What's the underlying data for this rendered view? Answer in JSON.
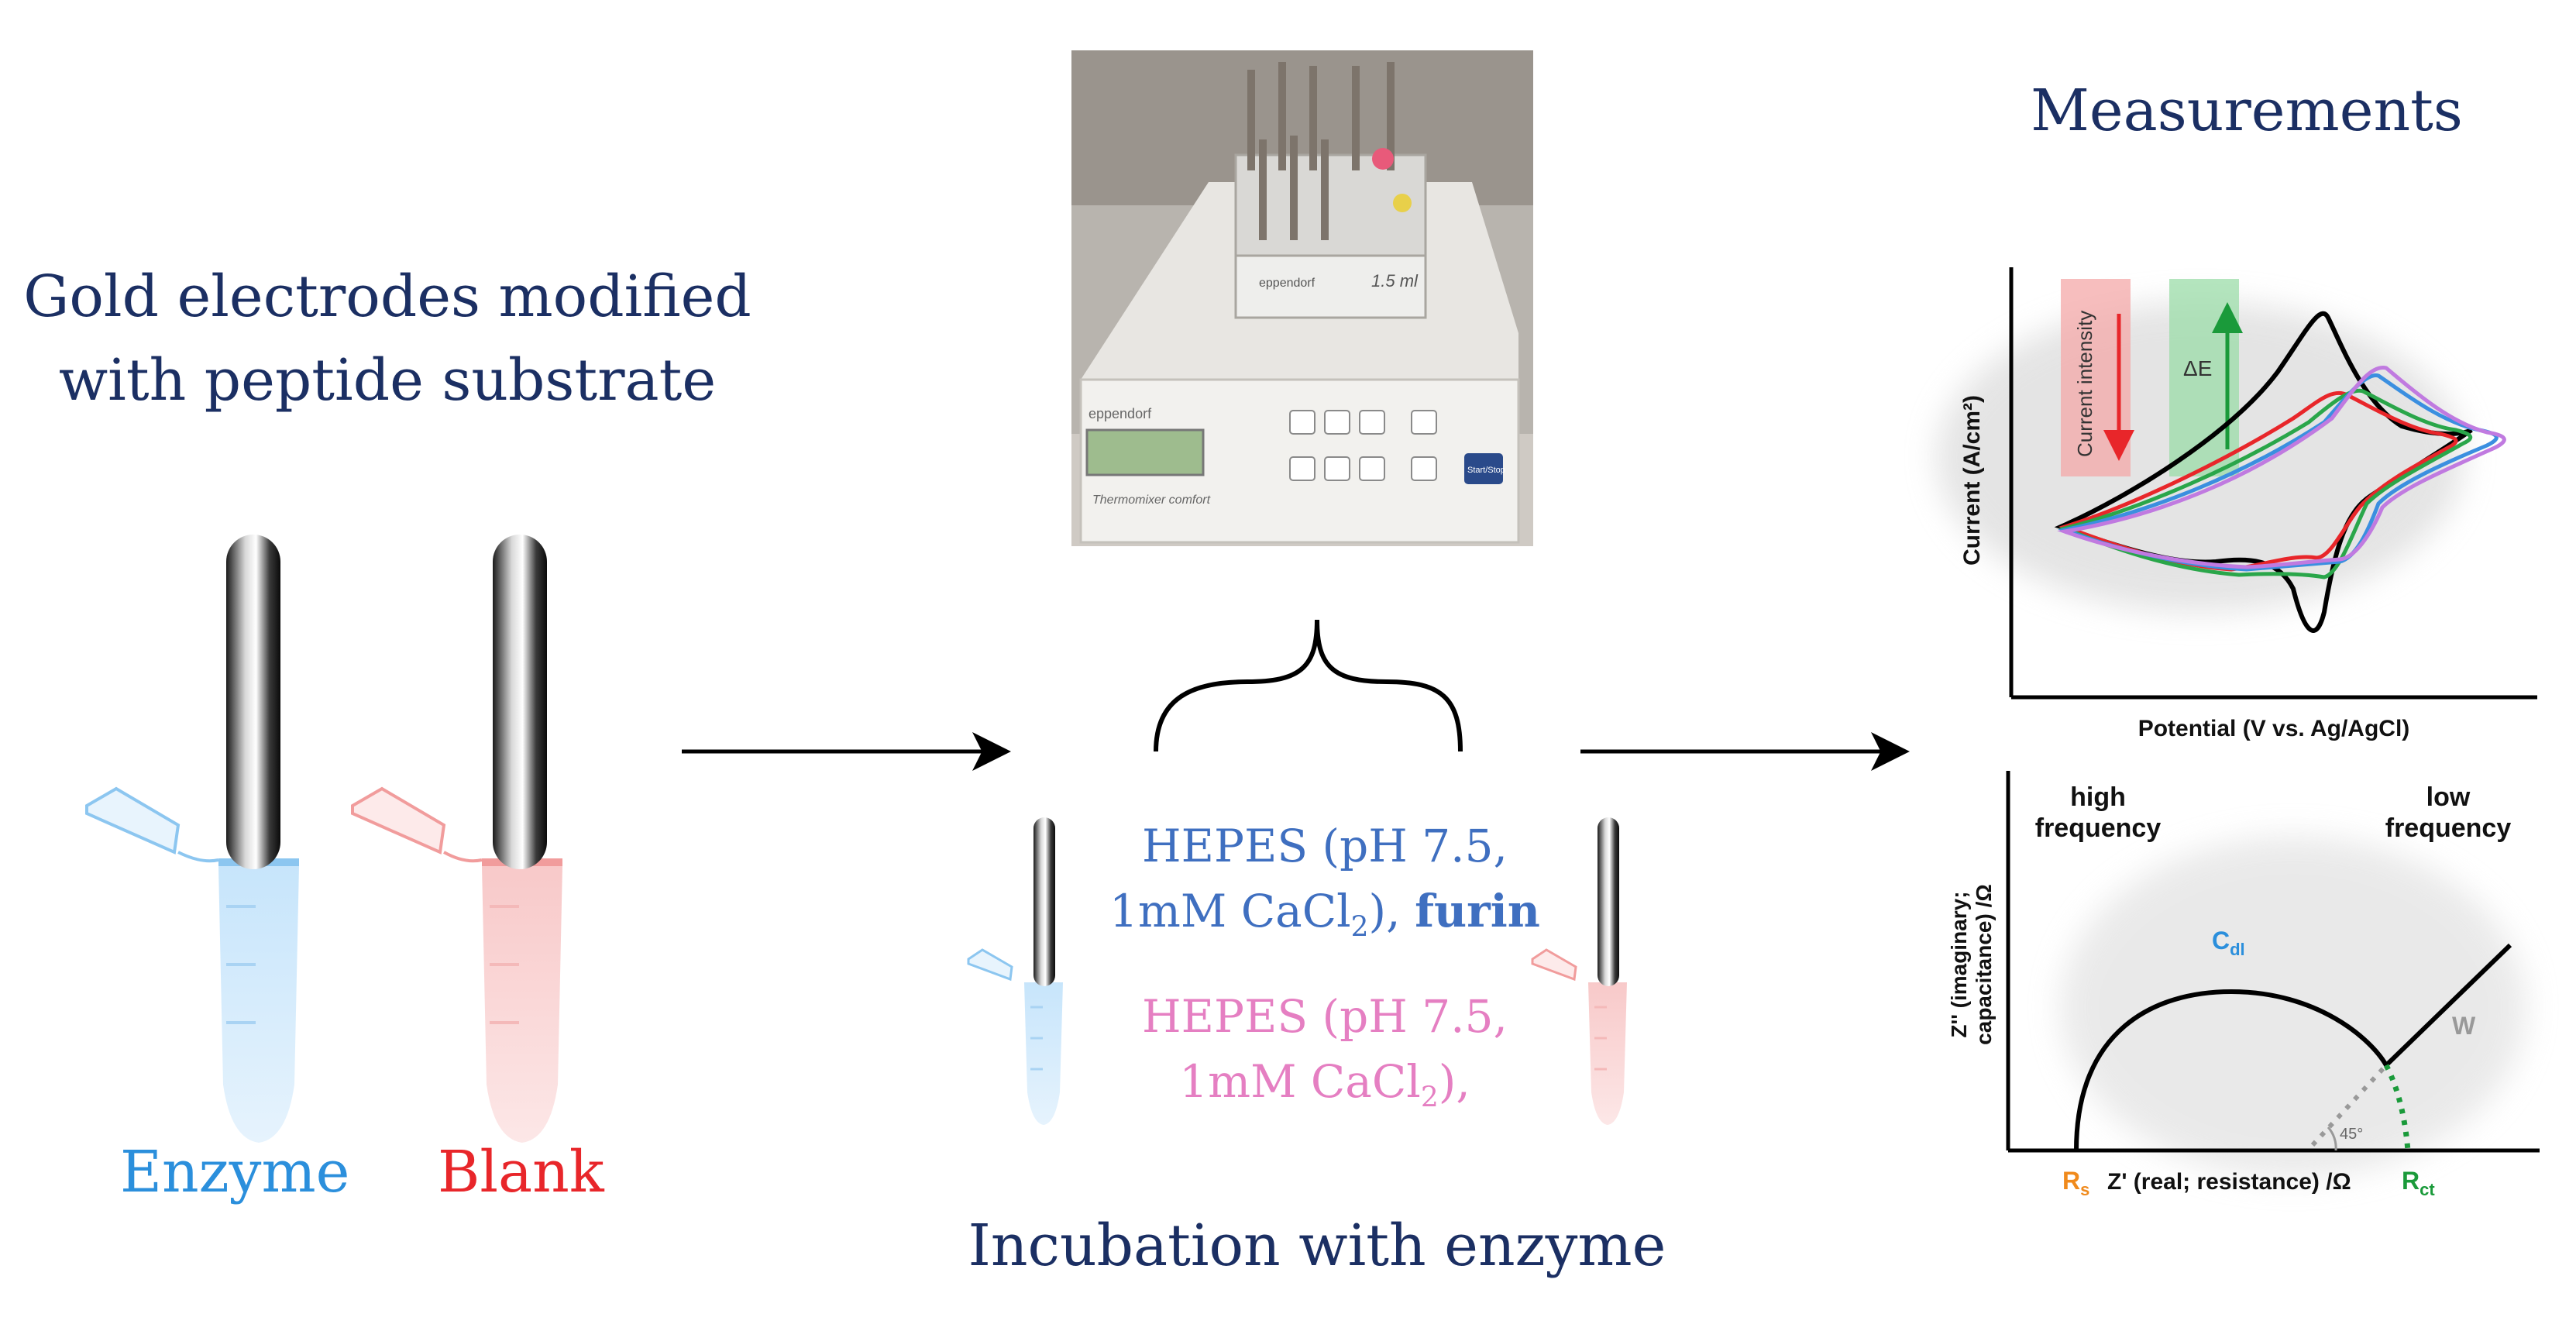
{
  "left": {
    "title_line1": "Gold electrodes modified",
    "title_line2": "with peptide substrate",
    "label_enzyme": "Enzyme",
    "label_blank": "Blank"
  },
  "middle": {
    "title": "Incubation with enzyme",
    "furin_line1": "HEPES (pH 7.5,",
    "furin_line2_prefix": "1mM CaCl",
    "furin_line2_sub": "2",
    "furin_line2_suffix": "),",
    "furin_bold": "furin",
    "blank_line1": "HEPES (pH 7.5,",
    "blank_line2_prefix": "1mM CaCl",
    "blank_line2_sub": "2",
    "blank_line2_suffix": "),",
    "device": {
      "brand": "eppendorf",
      "model": "Thermomixer comfort",
      "block_label": "1.5 ml",
      "button_label": "Start/Stop"
    }
  },
  "right": {
    "title": "Measurements",
    "cv": {
      "ylabel": "Current (A/cm²)",
      "xlabel": "Potential (V vs. Ag/AgCl)",
      "arrow1_label": "Current intensity",
      "arrow2_label": "ΔE"
    },
    "eis": {
      "ylabel_line1": "Z'' (imaginary;",
      "ylabel_line2": "capacitance) /Ω",
      "xlabel": "Z' (real; resistance) /Ω",
      "high_line1": "high",
      "high_line2": "frequency",
      "low_line1": "low",
      "low_line2": "frequency",
      "cdl_main": "C",
      "cdl_sub": "dl",
      "w": "W",
      "rs_main": "R",
      "rs_sub": "s",
      "rct_main": "R",
      "rct_sub": "ct",
      "angle": "45°"
    }
  },
  "colors": {
    "title": "#1b2f63",
    "enzyme": "#2b8fdc",
    "blank": "#e8262a",
    "furin_text": "#3f6fc0",
    "blank_text": "#e57fc2",
    "cdl": "#2b8fdc",
    "rs": "#f08a1c",
    "rct": "#1a9a3a"
  }
}
